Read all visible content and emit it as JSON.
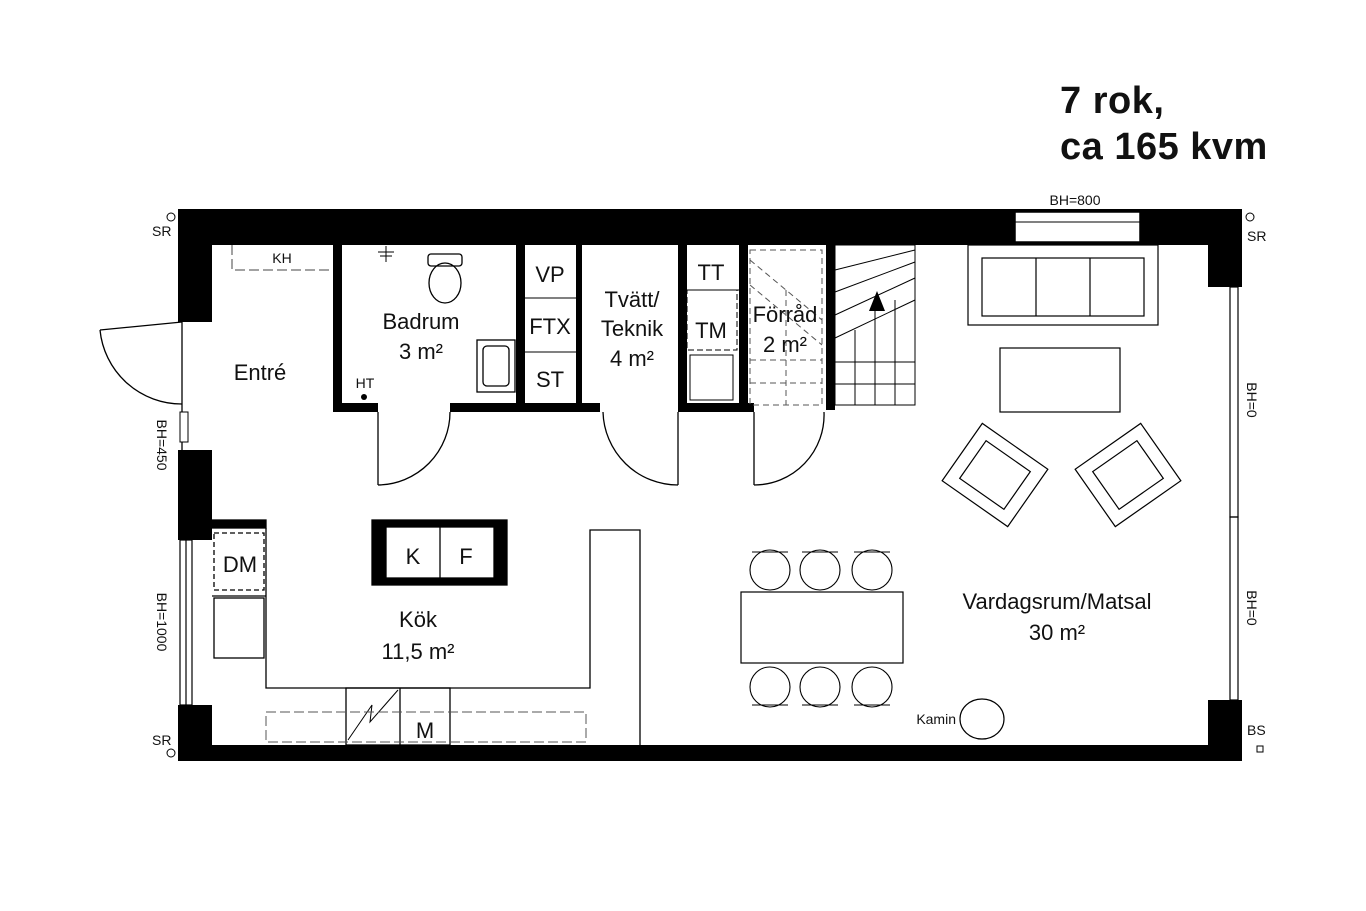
{
  "title": {
    "line1": "7 rok,",
    "line2": "ca 165 kvm"
  },
  "rooms": {
    "badrum": {
      "name": "Badrum",
      "area": "3 m²"
    },
    "tvatt": {
      "name1": "Tvätt/",
      "name2": "Teknik",
      "area": "4 m²"
    },
    "forrad": {
      "name": "Förråd",
      "area": "2 m²"
    },
    "entre": {
      "name": "Entré"
    },
    "kok": {
      "name": "Kök",
      "area": "11,5 m²"
    },
    "vardagsrum": {
      "name": "Vardagsrum/Matsal",
      "area": "30 m²"
    }
  },
  "fixtures": {
    "kh": "KH",
    "ht": "HT",
    "vp": "VP",
    "ftx": "FTX",
    "st": "ST",
    "tt": "TT",
    "tm": "TM",
    "dm": "DM",
    "k": "K",
    "f": "F",
    "m": "M",
    "kamin": "Kamin"
  },
  "annotations": {
    "sr": "SR",
    "bs": "BS",
    "bh800": "BH=800",
    "bh0": "BH=0",
    "bh450": "BH=450",
    "bh1000": "BH=1000"
  }
}
